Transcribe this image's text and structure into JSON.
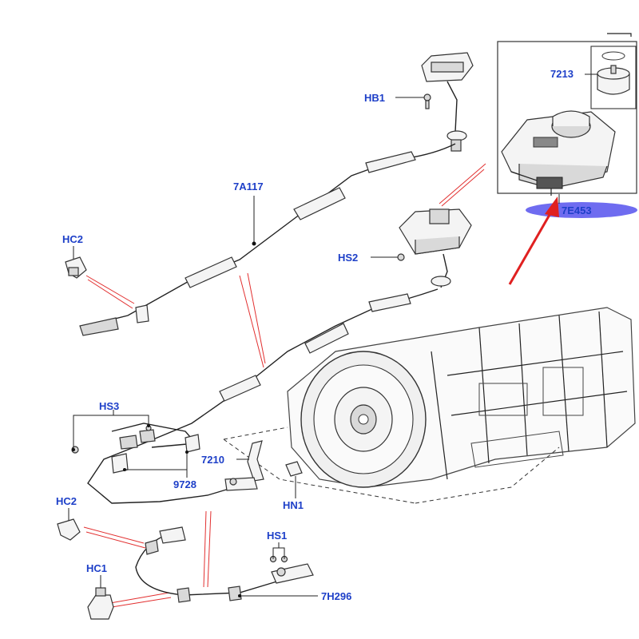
{
  "labels": {
    "hb1": "HB1",
    "a7117": "7A117",
    "hc2_top": "HC2",
    "hs2": "HS2",
    "hs3": "HS3",
    "n7210": "7210",
    "n9728": "9728",
    "hn1": "HN1",
    "hc2_bottom": "HC2",
    "hs1": "HS1",
    "hc1": "HC1",
    "h7296": "7H296",
    "n7213": "7213",
    "e7453": "7E453"
  },
  "colors": {
    "label": "#1d3fc8",
    "highlight_ellipse": "#6f6cf0",
    "arrow": "#e02020"
  }
}
